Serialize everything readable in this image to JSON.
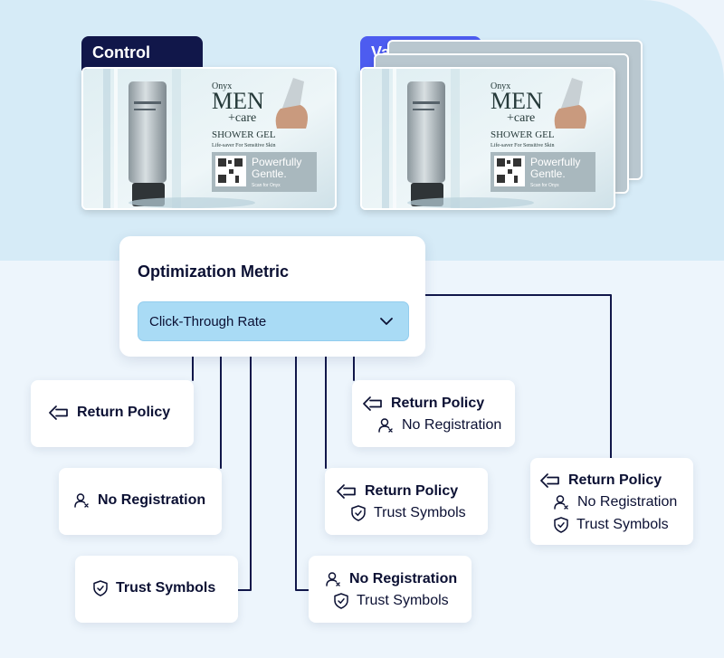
{
  "tabs": {
    "control": "Control",
    "variations": "Variations"
  },
  "ad": {
    "brand": "Onyx",
    "product_line_1": "MEN",
    "product_line_2": "+care",
    "product_name": "SHOWER GEL",
    "subtitle": "Life-saver For Sensitive Skin",
    "tagline_1": "Powerfully",
    "tagline_2": "Gentle.",
    "scan_text": "Scan for Onyx"
  },
  "metric": {
    "title": "Optimization Metric",
    "selected": "Click-Through Rate"
  },
  "labels": {
    "return_policy": "Return Policy",
    "no_registration": "No Registration",
    "trust_symbols": "Trust Symbols"
  },
  "icons": {
    "return": "arrow-left-icon",
    "registration": "user-icon",
    "trust": "shield-check-icon",
    "dropdown": "chevron-down-icon"
  },
  "colors": {
    "navy": "#11174a",
    "accent": "#4d5cf0",
    "select_bg": "#a9dbf5"
  }
}
